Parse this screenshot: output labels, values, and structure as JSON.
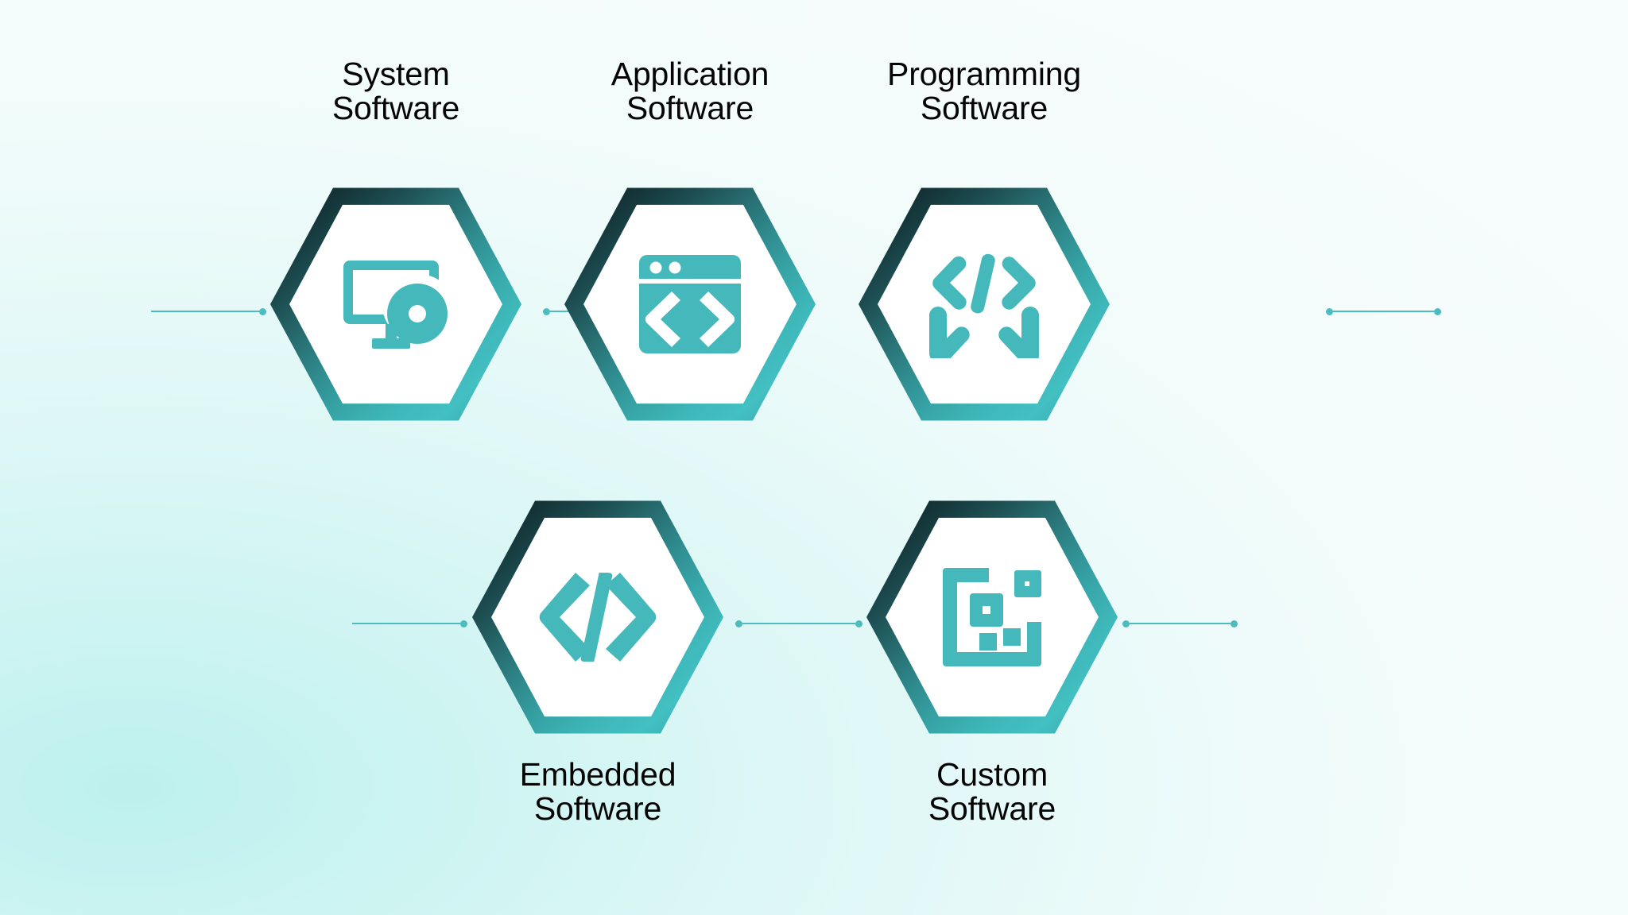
{
  "theme": {
    "accent": "#45b8bc",
    "accent_line": "#4cbcc0",
    "border_dark": "#0b1f22",
    "border_light": "#43c0c2",
    "node_fill": "#ffffff",
    "text": "#050505",
    "background_from": "#bdf1ee",
    "background_to": "#ffffff"
  },
  "diagram": {
    "type": "hexagon-node-chain",
    "rows": 2,
    "nodes": [
      {
        "id": "system-software",
        "label": "System\nSoftware",
        "label_position": "above",
        "icon": "monitor-disc-icon",
        "row": 1,
        "column": 1
      },
      {
        "id": "application-software",
        "label": "Application\nSoftware",
        "label_position": "above",
        "icon": "browser-code-window-icon",
        "row": 1,
        "column": 2
      },
      {
        "id": "programming-software",
        "label": "Programming\nSoftware",
        "label_position": "above",
        "icon": "code-in-hands-icon",
        "row": 1,
        "column": 3
      },
      {
        "id": "embedded-software",
        "label": "Embedded\nSoftware",
        "label_position": "below",
        "icon": "code-brackets-icon",
        "row": 2,
        "column": 1
      },
      {
        "id": "custom-software",
        "label": "Custom\nSoftware",
        "label_position": "below",
        "icon": "block-grid-icon",
        "row": 2,
        "column": 2
      }
    ],
    "connectors": [
      {
        "id": "lead-in-left",
        "row": 1,
        "from": "edge",
        "to": "system-software"
      },
      {
        "id": "sys-to-app",
        "row": 1,
        "from": "system-software",
        "to": "application-software"
      },
      {
        "id": "app-to-prog",
        "row": 1,
        "from": "application-software",
        "to": "programming-software"
      },
      {
        "id": "lead-out-right",
        "row": 1,
        "from": "programming-software",
        "to": "edge"
      },
      {
        "id": "lead-in-embed",
        "row": 2,
        "from": "edge",
        "to": "embedded-software"
      },
      {
        "id": "embed-to-cust",
        "row": 2,
        "from": "embedded-software",
        "to": "custom-software"
      },
      {
        "id": "lead-out-cust",
        "row": 2,
        "from": "custom-software",
        "to": "edge"
      }
    ]
  }
}
